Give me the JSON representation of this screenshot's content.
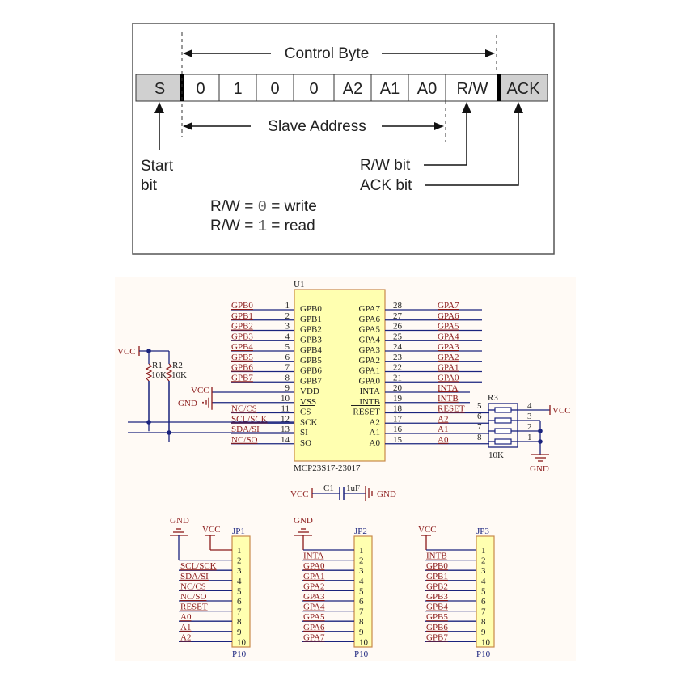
{
  "control_byte_diagram": {
    "control_byte_label": "Control Byte",
    "slave_address_label": "Slave Address",
    "cells": [
      {
        "label": "S",
        "shaded": true
      },
      {
        "label": "0",
        "shaded": false
      },
      {
        "label": "1",
        "shaded": false
      },
      {
        "label": "0",
        "shaded": false
      },
      {
        "label": "0",
        "shaded": false
      },
      {
        "label": "A2",
        "shaded": false
      },
      {
        "label": "A1",
        "shaded": false
      },
      {
        "label": "A0",
        "shaded": false
      },
      {
        "label": "R/W",
        "shaded": false
      },
      {
        "label": "ACK",
        "shaded": true
      }
    ],
    "start_bit_label_line1": "Start",
    "start_bit_label_line2": "bit",
    "rw_bit_label": "R/W bit",
    "ack_bit_label": "ACK bit",
    "rw_write": {
      "prefix": "R/W = ",
      "value": "0",
      "suffix": " = write"
    },
    "rw_read": {
      "prefix": "R/W = ",
      "value": "1",
      "suffix": " = read"
    }
  },
  "schematic": {
    "colors": {
      "wire": "#1a237e",
      "net_label": "#8b1a1a",
      "chip_fill": "#ffffb0",
      "chip_border": "#c8884a",
      "background": "#fffaf5"
    },
    "u1": {
      "ref": "U1",
      "part": "MCP23S17-23017",
      "left_pins": [
        {
          "num": "1",
          "name": "GPB0",
          "net": "GPB0"
        },
        {
          "num": "2",
          "name": "GPB1",
          "net": "GPB1"
        },
        {
          "num": "3",
          "name": "GPB2",
          "net": "GPB2"
        },
        {
          "num": "4",
          "name": "GPB3",
          "net": "GPB3"
        },
        {
          "num": "5",
          "name": "GPB4",
          "net": "GPB4"
        },
        {
          "num": "6",
          "name": "GPB5",
          "net": "GPB5"
        },
        {
          "num": "7",
          "name": "GPB6",
          "net": "GPB6"
        },
        {
          "num": "8",
          "name": "GPB7",
          "net": "GPB7"
        },
        {
          "num": "9",
          "name": "VDD",
          "net": ""
        },
        {
          "num": "10",
          "name": "VSS",
          "net": ""
        },
        {
          "num": "11",
          "name": "CS",
          "net": "NC/CS",
          "overbar": true
        },
        {
          "num": "12",
          "name": "SCK",
          "net": "SCL/SCK"
        },
        {
          "num": "13",
          "name": "SI",
          "net": "SDA/SI"
        },
        {
          "num": "14",
          "name": "SO",
          "net": "NC/SO"
        }
      ],
      "right_pins": [
        {
          "num": "28",
          "name": "GPA7",
          "net": "GPA7"
        },
        {
          "num": "27",
          "name": "GPA6",
          "net": "GPA6"
        },
        {
          "num": "26",
          "name": "GPA5",
          "net": "GPA5"
        },
        {
          "num": "25",
          "name": "GPA4",
          "net": "GPA4"
        },
        {
          "num": "24",
          "name": "GPA3",
          "net": "GPA3"
        },
        {
          "num": "23",
          "name": "GPA2",
          "net": "GPA2"
        },
        {
          "num": "22",
          "name": "GPA1",
          "net": "GPA1"
        },
        {
          "num": "21",
          "name": "GPA0",
          "net": "GPA0"
        },
        {
          "num": "20",
          "name": "INTA",
          "net": "INTA"
        },
        {
          "num": "19",
          "name": "INTB",
          "net": "INTB"
        },
        {
          "num": "18",
          "name": "RESET",
          "net": "RESET",
          "overbar": true
        },
        {
          "num": "17",
          "name": "A2",
          "net": "A2"
        },
        {
          "num": "16",
          "name": "A1",
          "net": "A1"
        },
        {
          "num": "15",
          "name": "A0",
          "net": "A0"
        }
      ]
    },
    "power": {
      "vcc": "VCC",
      "gnd": "GND"
    },
    "r1": {
      "ref": "R1",
      "value": "10K"
    },
    "r2": {
      "ref": "R2",
      "value": "10K"
    },
    "r3": {
      "ref": "R3",
      "value": "10K",
      "left_pins": [
        "5",
        "6",
        "7",
        "8"
      ],
      "right_pins": [
        "4",
        "3",
        "2",
        "1"
      ]
    },
    "c1": {
      "ref": "C1",
      "value": "1uF"
    },
    "headers": [
      {
        "ref": "JP1",
        "part": "P10",
        "top_power": "GND",
        "pin1_power": "VCC",
        "pins": [
          {
            "num": "1",
            "net": ""
          },
          {
            "num": "2",
            "net": ""
          },
          {
            "num": "3",
            "net": "SCL/SCK"
          },
          {
            "num": "4",
            "net": "SDA/SI"
          },
          {
            "num": "5",
            "net": "NC/CS"
          },
          {
            "num": "6",
            "net": "NC/SO"
          },
          {
            "num": "7",
            "net": "RESET"
          },
          {
            "num": "8",
            "net": "A0"
          },
          {
            "num": "9",
            "net": "A1"
          },
          {
            "num": "10",
            "net": "A2"
          }
        ]
      },
      {
        "ref": "JP2",
        "part": "P10",
        "top_power": "GND",
        "pins": [
          {
            "num": "1",
            "net": ""
          },
          {
            "num": "2",
            "net": "INTA"
          },
          {
            "num": "3",
            "net": "GPA0"
          },
          {
            "num": "4",
            "net": "GPA1"
          },
          {
            "num": "5",
            "net": "GPA2"
          },
          {
            "num": "6",
            "net": "GPA3"
          },
          {
            "num": "7",
            "net": "GPA4"
          },
          {
            "num": "8",
            "net": "GPA5"
          },
          {
            "num": "9",
            "net": "GPA6"
          },
          {
            "num": "10",
            "net": "GPA7"
          }
        ]
      },
      {
        "ref": "JP3",
        "part": "P10",
        "top_power": "VCC",
        "pins": [
          {
            "num": "1",
            "net": ""
          },
          {
            "num": "2",
            "net": "INTB"
          },
          {
            "num": "3",
            "net": "GPB0"
          },
          {
            "num": "4",
            "net": "GPB1"
          },
          {
            "num": "5",
            "net": "GPB2"
          },
          {
            "num": "6",
            "net": "GPB3"
          },
          {
            "num": "7",
            "net": "GPB4"
          },
          {
            "num": "8",
            "net": "GPB5"
          },
          {
            "num": "9",
            "net": "GPB6"
          },
          {
            "num": "10",
            "net": "GPB7"
          }
        ]
      }
    ]
  }
}
